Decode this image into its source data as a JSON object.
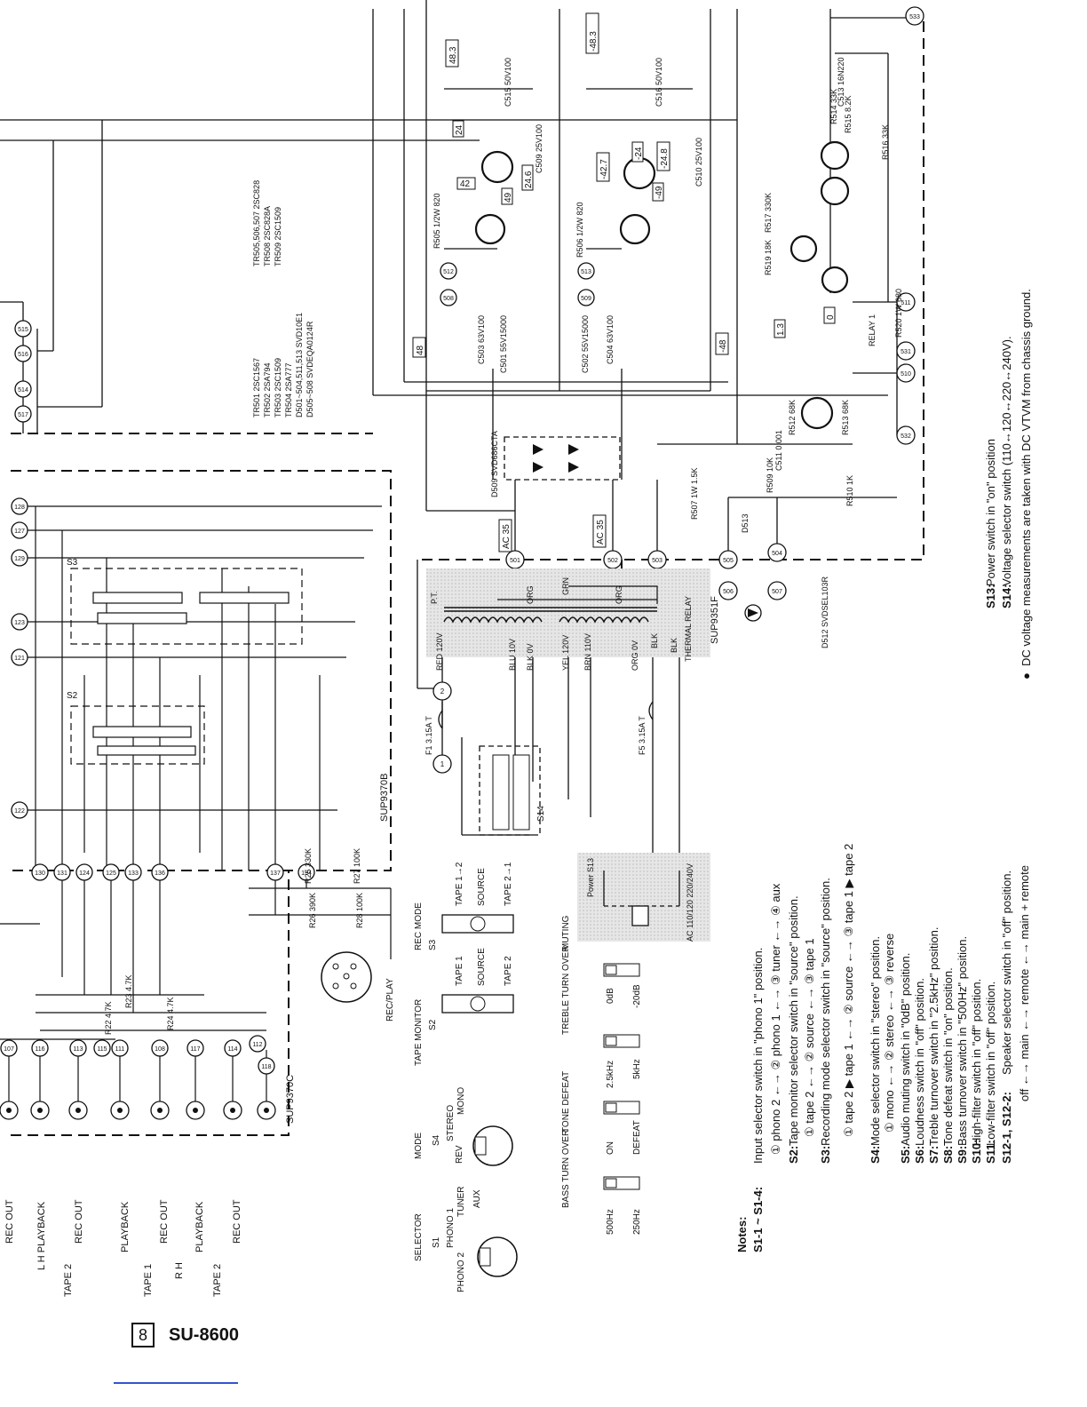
{
  "page": {
    "number": "8",
    "model": "SU-8600"
  },
  "colors": {
    "line": "#111111",
    "shade": "#d9d9d9",
    "link": "#3355cc"
  },
  "transistor_table": {
    "left": [
      "TR501  2SC1567",
      "TR502  2SA794",
      "TR503  2SC1509",
      "TR504  2SA777",
      "D501~504,511,513  SVD10E1",
      "D505~508  SVDEQA0124R"
    ],
    "right": [
      "TR505,506,507  2SC828",
      "TR508  2SC828A",
      "TR509  2SC1509"
    ]
  },
  "jacks_left": [
    {
      "group": "TAPE 2",
      "labels": [
        "L REC OUT",
        "L PLAYBACK",
        "R REC OUT"
      ]
    },
    {
      "group": "TAPE 1",
      "labels": [
        "L PLAYBACK",
        "R REC OUT"
      ]
    },
    {
      "group": "TAPE 2",
      "labels": [
        "R PLAYBACK",
        "R REC OUT"
      ]
    }
  ],
  "jack_strings": [
    "REC OUT",
    "L H PLAYBACK",
    "REC OUT",
    "TAPE 2",
    "PLAYBACK",
    "REC OUT",
    "TAPE 1",
    "PLAYBACK",
    "REC OUT",
    "TAPE 2",
    "R H"
  ],
  "connectors": {
    "top_row": [
      "517",
      "514",
      "516",
      "515"
    ],
    "switch_row": [
      "128",
      "127",
      "129",
      "123",
      "121",
      "122"
    ],
    "bottom_row": [
      "130",
      "131",
      "124",
      "125",
      "133",
      "136",
      "137",
      "134"
    ],
    "jack_nums": [
      "107",
      "116",
      "113",
      "115",
      "111",
      "108",
      "117",
      "114",
      "112",
      "118"
    ],
    "power": [
      "501",
      "502",
      "503",
      "505",
      "504",
      "506",
      "507",
      "510",
      "531",
      "511",
      "532",
      "509",
      "508",
      "512",
      "513",
      "533"
    ]
  },
  "modules": [
    "SUP9370B",
    "SUP9370C",
    "SUP9351F"
  ],
  "switch_labels": {
    "s2": "S2",
    "s3": "S3",
    "s14": "S14",
    "s13": "S13"
  },
  "resistors_bottom": [
    "R25 330K",
    "R27 100K",
    "R26 390K",
    "R28 100K",
    "R23 4.7K",
    "R22 4.7K",
    "R24 4.7K"
  ],
  "din_label": "REC/PLAY",
  "power_section": {
    "fuse1": "F1 3.15A T",
    "fuse5": "F5 3.15A T",
    "pt": "P.T.",
    "taps": [
      "RED 120V",
      "BLU 10V",
      "BLK 0V",
      "YEL 120V",
      "BRN 110V",
      "ORG 0V",
      "BLK",
      "BLK"
    ],
    "top_taps": [
      "ORG",
      "GRN",
      "ORG"
    ],
    "thermal": "THERMAL RELAY",
    "power_switch": "Power S13",
    "ac_label": "AC 110/120 220/240V",
    "ac_marks": [
      "AC 35",
      "AC 35"
    ],
    "d509": "D509 SVD686CTA",
    "d512": "D512 SVDSEL103R",
    "d513": "D513",
    "relay": "RELAY 1",
    "r507": "R507 1W 1.5K",
    "r509": "R509 10K",
    "r510": "R510 1K",
    "c511": "C511 0.001",
    "voltage_marks": [
      "48.3",
      "-48.3",
      "24",
      "-24",
      "42",
      "24.6",
      "49",
      "-49",
      "-42.7",
      "-24.8",
      "48",
      "-48",
      "1.3",
      "0"
    ],
    "caps": [
      "C515 50V100",
      "C516 50V100",
      "C513 16N220",
      "C509 25V100",
      "C510 25V100",
      "C503 63V100",
      "C504 63V100",
      "C501 55V15000",
      "C502 55V15000"
    ],
    "resistors": [
      "R514 33K",
      "R515 8.2K",
      "R516 33K",
      "R517 330K",
      "R519 18K",
      "R520 1W 680",
      "R512 68K",
      "R513 68K",
      "R505 1/2W 820",
      "R506 1/2W 820"
    ]
  },
  "front_controls": {
    "selector": {
      "title": "SELECTOR",
      "sub": "S1",
      "labels": [
        "PHONO 2",
        "PHONO 1",
        "TUNER",
        "AUX"
      ]
    },
    "mode": {
      "title": "MODE",
      "sub": "S4",
      "labels": [
        "REV",
        "STEREO",
        "MONO"
      ]
    },
    "tape_monitor": {
      "title": "TAPE MONITOR",
      "sub": "S2",
      "labels": [
        "TAPE 1",
        "SOURCE",
        "TAPE 2"
      ]
    },
    "rec_mode": {
      "title": "REC MODE",
      "sub": "S3",
      "labels": [
        "TAPE 1→2",
        "SOURCE",
        "TAPE 2→1"
      ]
    },
    "bass": {
      "title": "BASS TURN OVER",
      "labels": [
        "500Hz",
        "250Hz"
      ]
    },
    "tone_defeat": {
      "title": "TONE DEFEAT",
      "labels": [
        "ON",
        "DEFEAT"
      ]
    },
    "treble": {
      "title": "TREBLE TURN OVER",
      "labels": [
        "2.5kHz",
        "5kHz"
      ]
    },
    "muting": {
      "title": "MUTING",
      "labels": [
        "0dB",
        "-20dB"
      ]
    }
  },
  "notes": {
    "heading": "Notes:",
    "items": [
      {
        "key": "S1-1 ~ S1-4:",
        "text": "Input selector switch in \"phono 1\" position."
      },
      {
        "key": "",
        "text": "① phono 2 ←→ ② phono 1 ←→ ③ tuner ←→ ④ aux"
      },
      {
        "key": "S2:",
        "text": "Tape monitor selector switch in \"source\" position."
      },
      {
        "key": "",
        "text": "① tape 2 ←→ ② source ←→ ③ tape 1"
      },
      {
        "key": "S3:",
        "text": "Recording mode selector switch in \"source\" position."
      },
      {
        "key": "",
        "text": "① tape 2 ▶ tape 1 ←→ ② source ←→ ③ tape 1 ▶ tape 2"
      },
      {
        "key": "S4:",
        "text": "Mode selector switch in \"stereo\" position."
      },
      {
        "key": "",
        "text": "① mono ←→ ② stereo ←→ ③ reverse"
      },
      {
        "key": "S5:",
        "text": "Audio muting switch in \"0dB\" position."
      },
      {
        "key": "S6:",
        "text": "Loudness switch in \"off\" position."
      },
      {
        "key": "S7:",
        "text": "Treble turnover switch in \"2.5kHz\" position."
      },
      {
        "key": "S8:",
        "text": "Tone defeat switch in \"on\" position."
      },
      {
        "key": "S9:",
        "text": "Bass turnover switch in \"500Hz\" position."
      },
      {
        "key": "S10:",
        "text": "High-filter switch in \"off\" position."
      },
      {
        "key": "S11:",
        "text": "Low-filter switch in \"off\" position."
      },
      {
        "key": "S12-1, S12-2:",
        "text": "Speaker selector switch in \"off\" position."
      },
      {
        "key": "",
        "text": "off ←→ main ←→ remote ←→ main + remote"
      },
      {
        "key": "S13:",
        "text": "Power switch in \"on\" position"
      },
      {
        "key": "S14:",
        "text": "Voltage selector switch (110↔120↔220↔240V)."
      },
      {
        "key": "●",
        "text": "DC voltage measurements are taken with DC VTVM from chassis ground."
      }
    ]
  }
}
